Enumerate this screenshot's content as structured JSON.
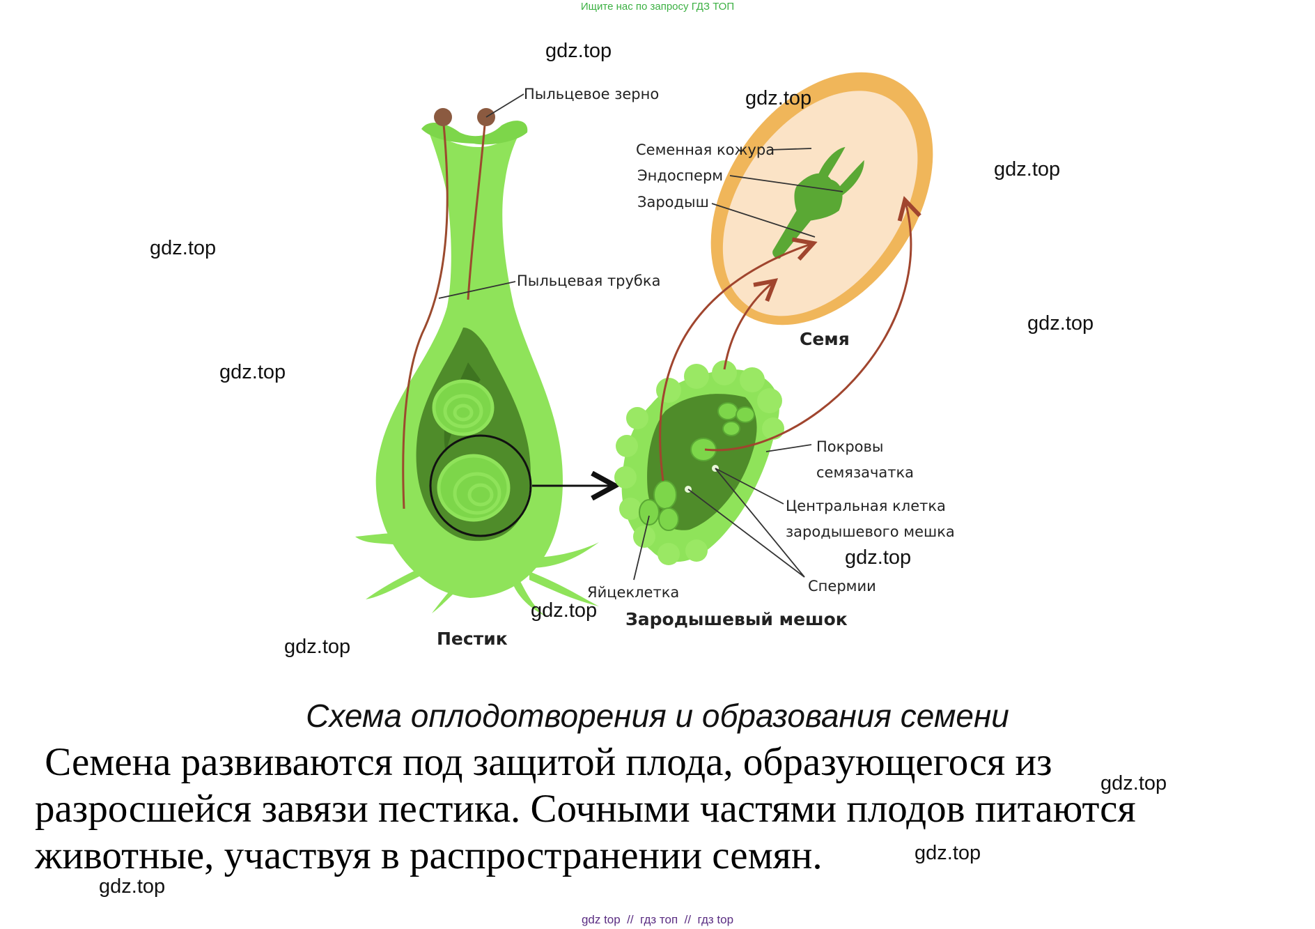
{
  "banner": "Ищите нас по запросу ГДЗ ТОП",
  "watermark": "gdz.top",
  "labels": {
    "pollen_grain": "Пыльцевое зерно",
    "pollen_tube": "Пыльцевая трубка",
    "pistil": "Пестик",
    "seed_coat": "Семенная кожура",
    "endosperm": "Эндосперм",
    "embryo": "Зародыш",
    "seed": "Семя",
    "integument_1": "Покровы",
    "integument_2": "семязачатка",
    "central_cell_1": "Центральная клетка",
    "central_cell_2": "зародышевого мешка",
    "sperms": "Спермии",
    "egg_cell": "Яйцеклетка",
    "embryo_sac": "Зародышевый мешок"
  },
  "caption": "Схема оплодотворения и образования семени",
  "paragraph": [
    " Семена развиваются под защитой плода, образующегося из",
    "разросшейся завязи пестика. Сочными частями плодов питаются",
    "животные, участвуя в распространении семян."
  ],
  "footer": "gdz top  //  гдз топ  //  гдз top",
  "colors": {
    "light_green": "#8fe35a",
    "dark_green": "#4f8c2a",
    "seed_outer": "#f0b65a",
    "seed_inner": "#fbe3c6",
    "arrow_red": "#a0452e",
    "banner_green": "#3cb043"
  }
}
